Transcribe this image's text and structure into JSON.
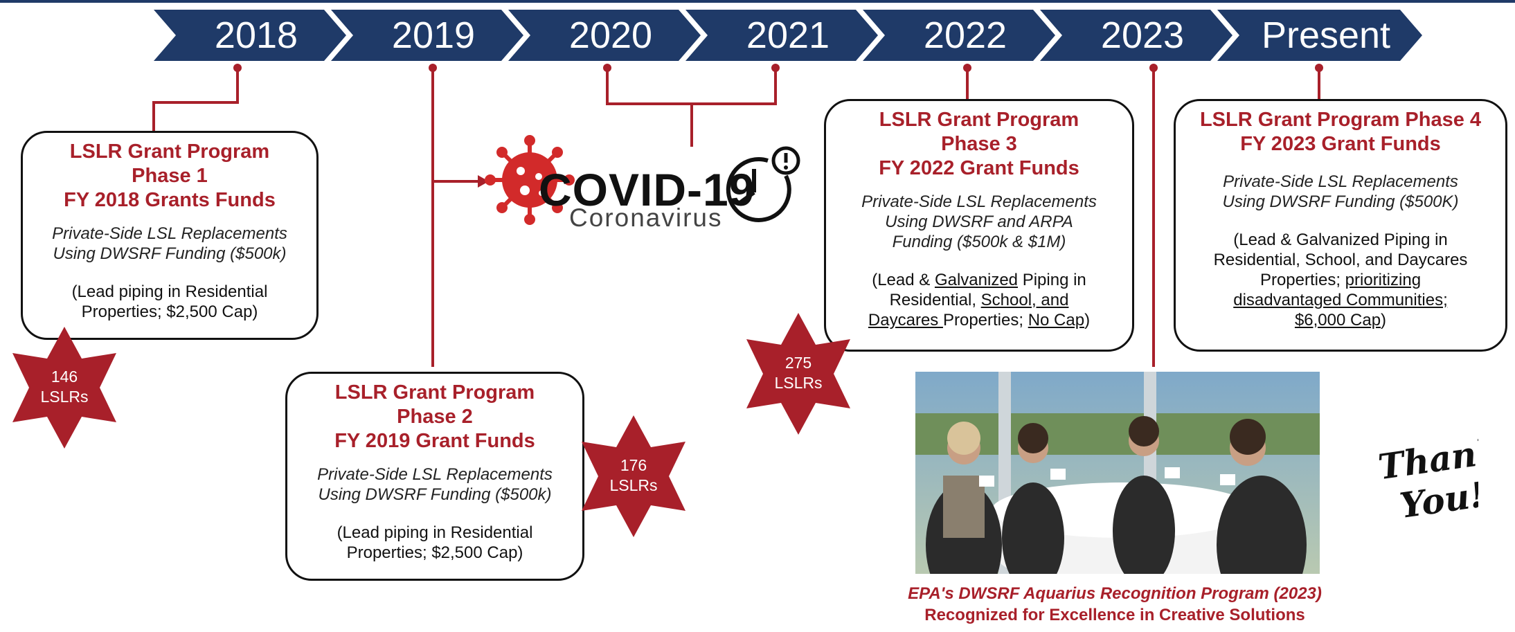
{
  "timeline": {
    "years": [
      "2018",
      "2019",
      "2020",
      "2021",
      "2022",
      "2023",
      "Present"
    ],
    "color": "#1f3a68",
    "accent": "#a8202a"
  },
  "phases": [
    {
      "title": [
        "LSLR Grant Program",
        "Phase 1",
        "FY 2018 Grants Funds"
      ],
      "italic": [
        "Private-Side LSL Replacements",
        "Using DWSRF Funding ($500k)"
      ],
      "note": [
        "(Lead piping in Residential",
        "Properties; $2,500 Cap)"
      ]
    },
    {
      "title": [
        "LSLR Grant Program",
        "Phase 2",
        "FY 2019 Grant Funds"
      ],
      "italic": [
        "Private-Side LSL Replacements",
        "Using DWSRF Funding ($500k)"
      ],
      "note": [
        "(Lead piping in Residential",
        "Properties; $2,500 Cap)"
      ]
    },
    {
      "title": [
        "LSLR Grant Program",
        "Phase 3",
        "FY 2022 Grant Funds"
      ],
      "italic": [
        "Private-Side LSL Replacements",
        "Using DWSRF and ARPA",
        "Funding ($500k & $1M)"
      ],
      "note": {
        "l1a": "(Lead & ",
        "l1b": "Galvanized",
        "l1c": " Piping in",
        "l2a": "Residential, ",
        "l2b": "School, and",
        "l3a": "Daycares ",
        "l3b": "Properties; ",
        "l3c": "No Cap",
        "l3d": ")"
      }
    },
    {
      "title": [
        "LSLR Grant Program Phase 4",
        "FY 2023 Grant Funds"
      ],
      "italic": [
        "Private-Side LSL Replacements",
        "Using DWSRF Funding ($500K)"
      ],
      "note": {
        "l1": "(Lead & Galvanized Piping in",
        "l2": "Residential, School, and Daycares",
        "l3a": "Properties; ",
        "l3b": "prioritizing",
        "l4": "disadvantaged Communities;",
        "l5a": "$6,000 Cap",
        "l5b": ")"
      }
    }
  ],
  "badges": [
    {
      "count": "146",
      "unit": "LSLRs"
    },
    {
      "count": "176",
      "unit": "LSLRs"
    },
    {
      "count": "275",
      "unit": "LSLRs"
    }
  ],
  "covid": {
    "title": "COVID-19",
    "subtitle": "Coronavirus"
  },
  "recognition": {
    "line1": "EPA's DWSRF Aquarius Recognition Program (2023)",
    "line2": "Recognized for Excellence in Creative Solutions"
  },
  "thank_you": {
    "line1": "Thank",
    "line2": "You!"
  }
}
